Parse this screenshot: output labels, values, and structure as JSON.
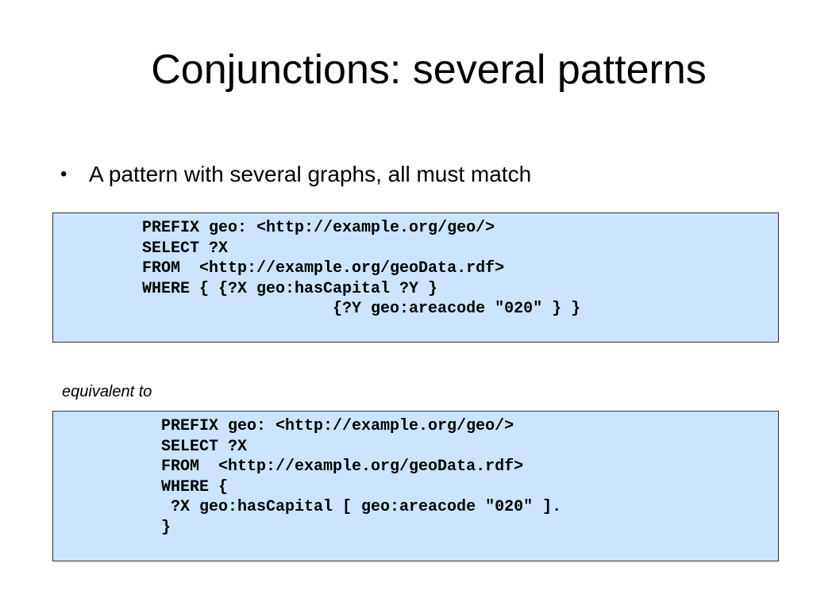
{
  "slide": {
    "title": "Conjunctions: several patterns",
    "bullet": {
      "marker": "•",
      "text": "A pattern with several graphs, all must match"
    },
    "code_block_1": {
      "lines": [
        "PREFIX geo: <http://example.org/geo/>",
        "SELECT ?X",
        "FROM  <http://example.org/geoData.rdf>",
        "WHERE { {?X geo:hasCapital ?Y }",
        "                    {?Y geo:areacode \"020\" } }"
      ],
      "background": "#cce4ff"
    },
    "separator_text": "equivalent to",
    "code_block_2": {
      "lines": [
        "PREFIX geo: <http://example.org/geo/>",
        "SELECT ?X",
        "FROM  <http://example.org/geoData.rdf>",
        "WHERE {",
        " ?X geo:hasCapital [ geo:areacode \"020\" ].",
        "}"
      ],
      "background": "#cce4ff"
    }
  }
}
